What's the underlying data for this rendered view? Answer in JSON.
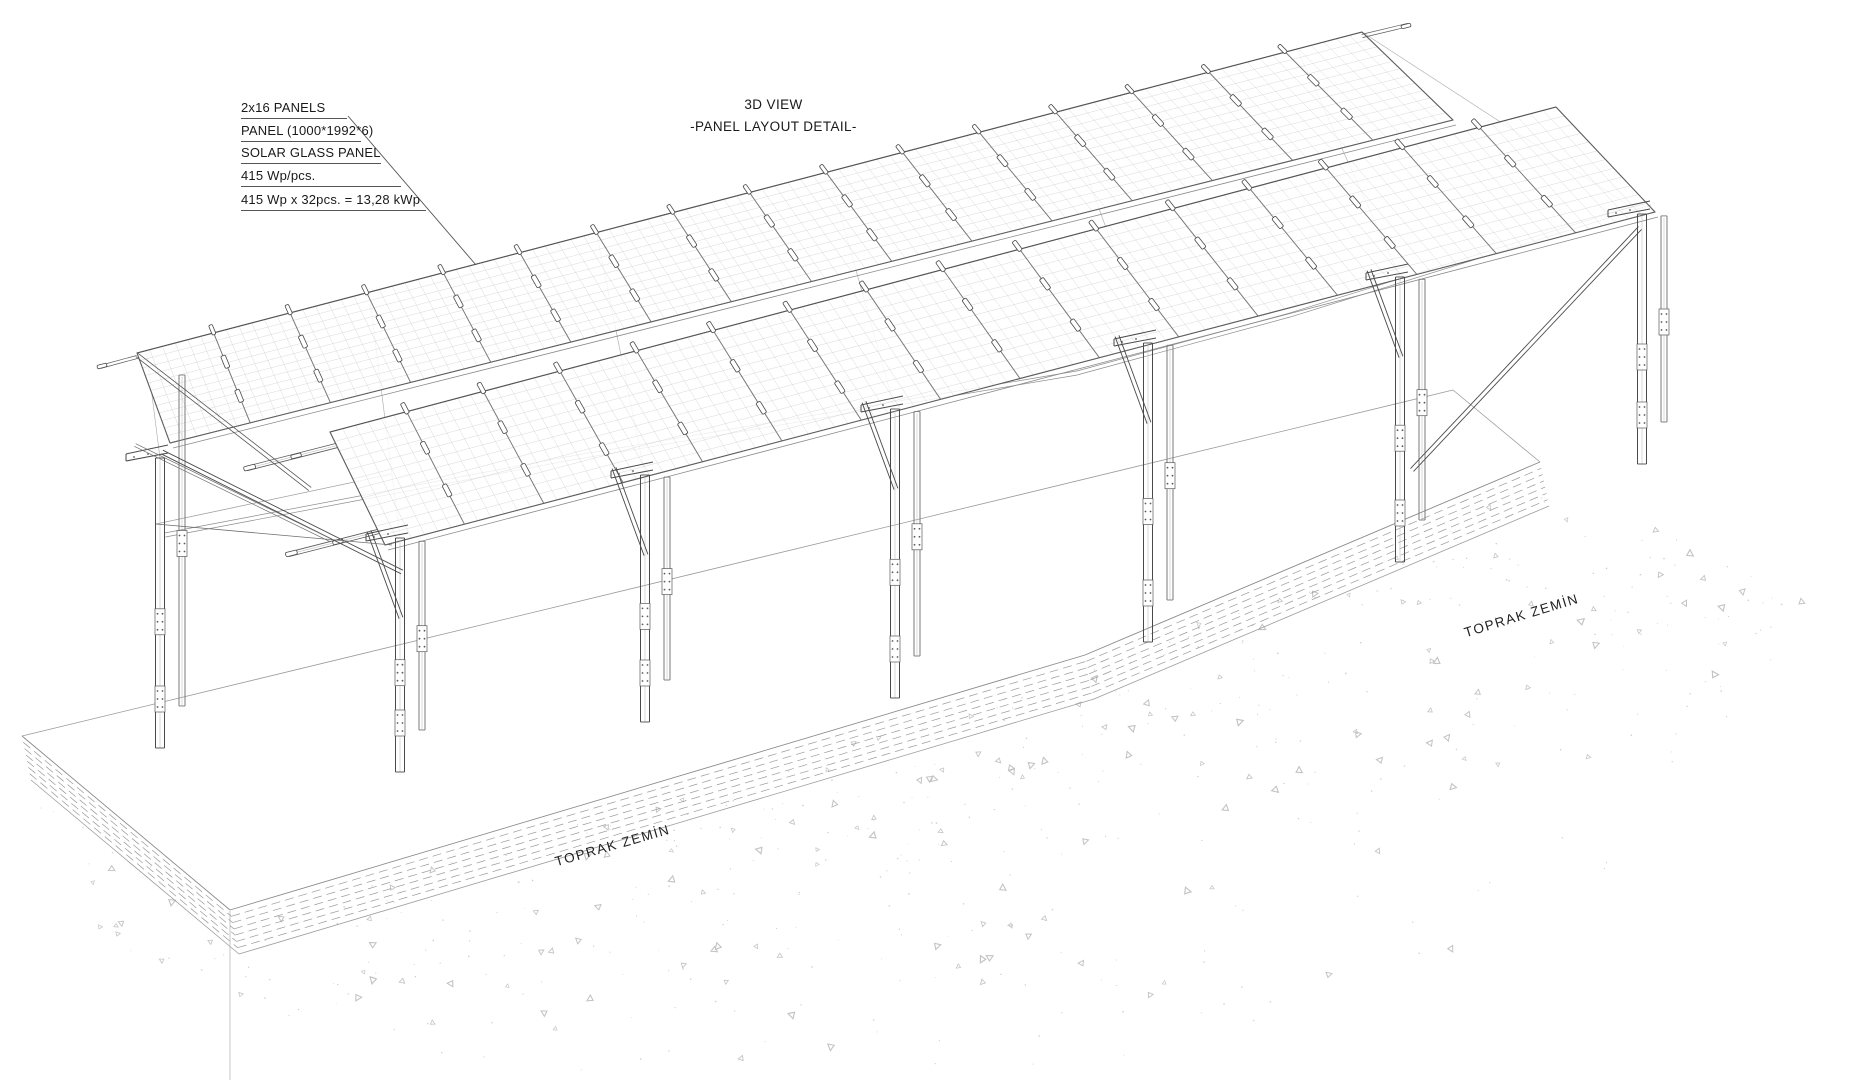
{
  "title": {
    "line1": "3D VIEW",
    "line2": "-PANEL LAYOUT DETAIL-"
  },
  "annotation": {
    "items": [
      "2x16 PANELS",
      "PANEL (1000*1992*6)",
      "SOLAR GLASS PANEL",
      "415 Wp/pcs.",
      "415 Wp x 32pcs. = 13,28 kWp"
    ]
  },
  "ground": {
    "label_left": "TOPRAK ZEMİN",
    "label_right": "TOPRAK ZEMİN"
  },
  "array": {
    "rows": 2,
    "panels_per_row": 16,
    "total_panels": 32,
    "wp_per_panel": "415",
    "total_kwp": "13,28"
  },
  "colors": {
    "line_dark": "#4a4a4a",
    "line_mid": "#6f6f6f",
    "line_light": "#9a9a9a",
    "grid": "#c9c9c9",
    "glass_fill": "rgba(255,255,255,0.84)",
    "hatch": "#9a9a9a",
    "stipple": "#c3c3c3",
    "text": "#1a1a1a",
    "background": "#ffffff"
  }
}
